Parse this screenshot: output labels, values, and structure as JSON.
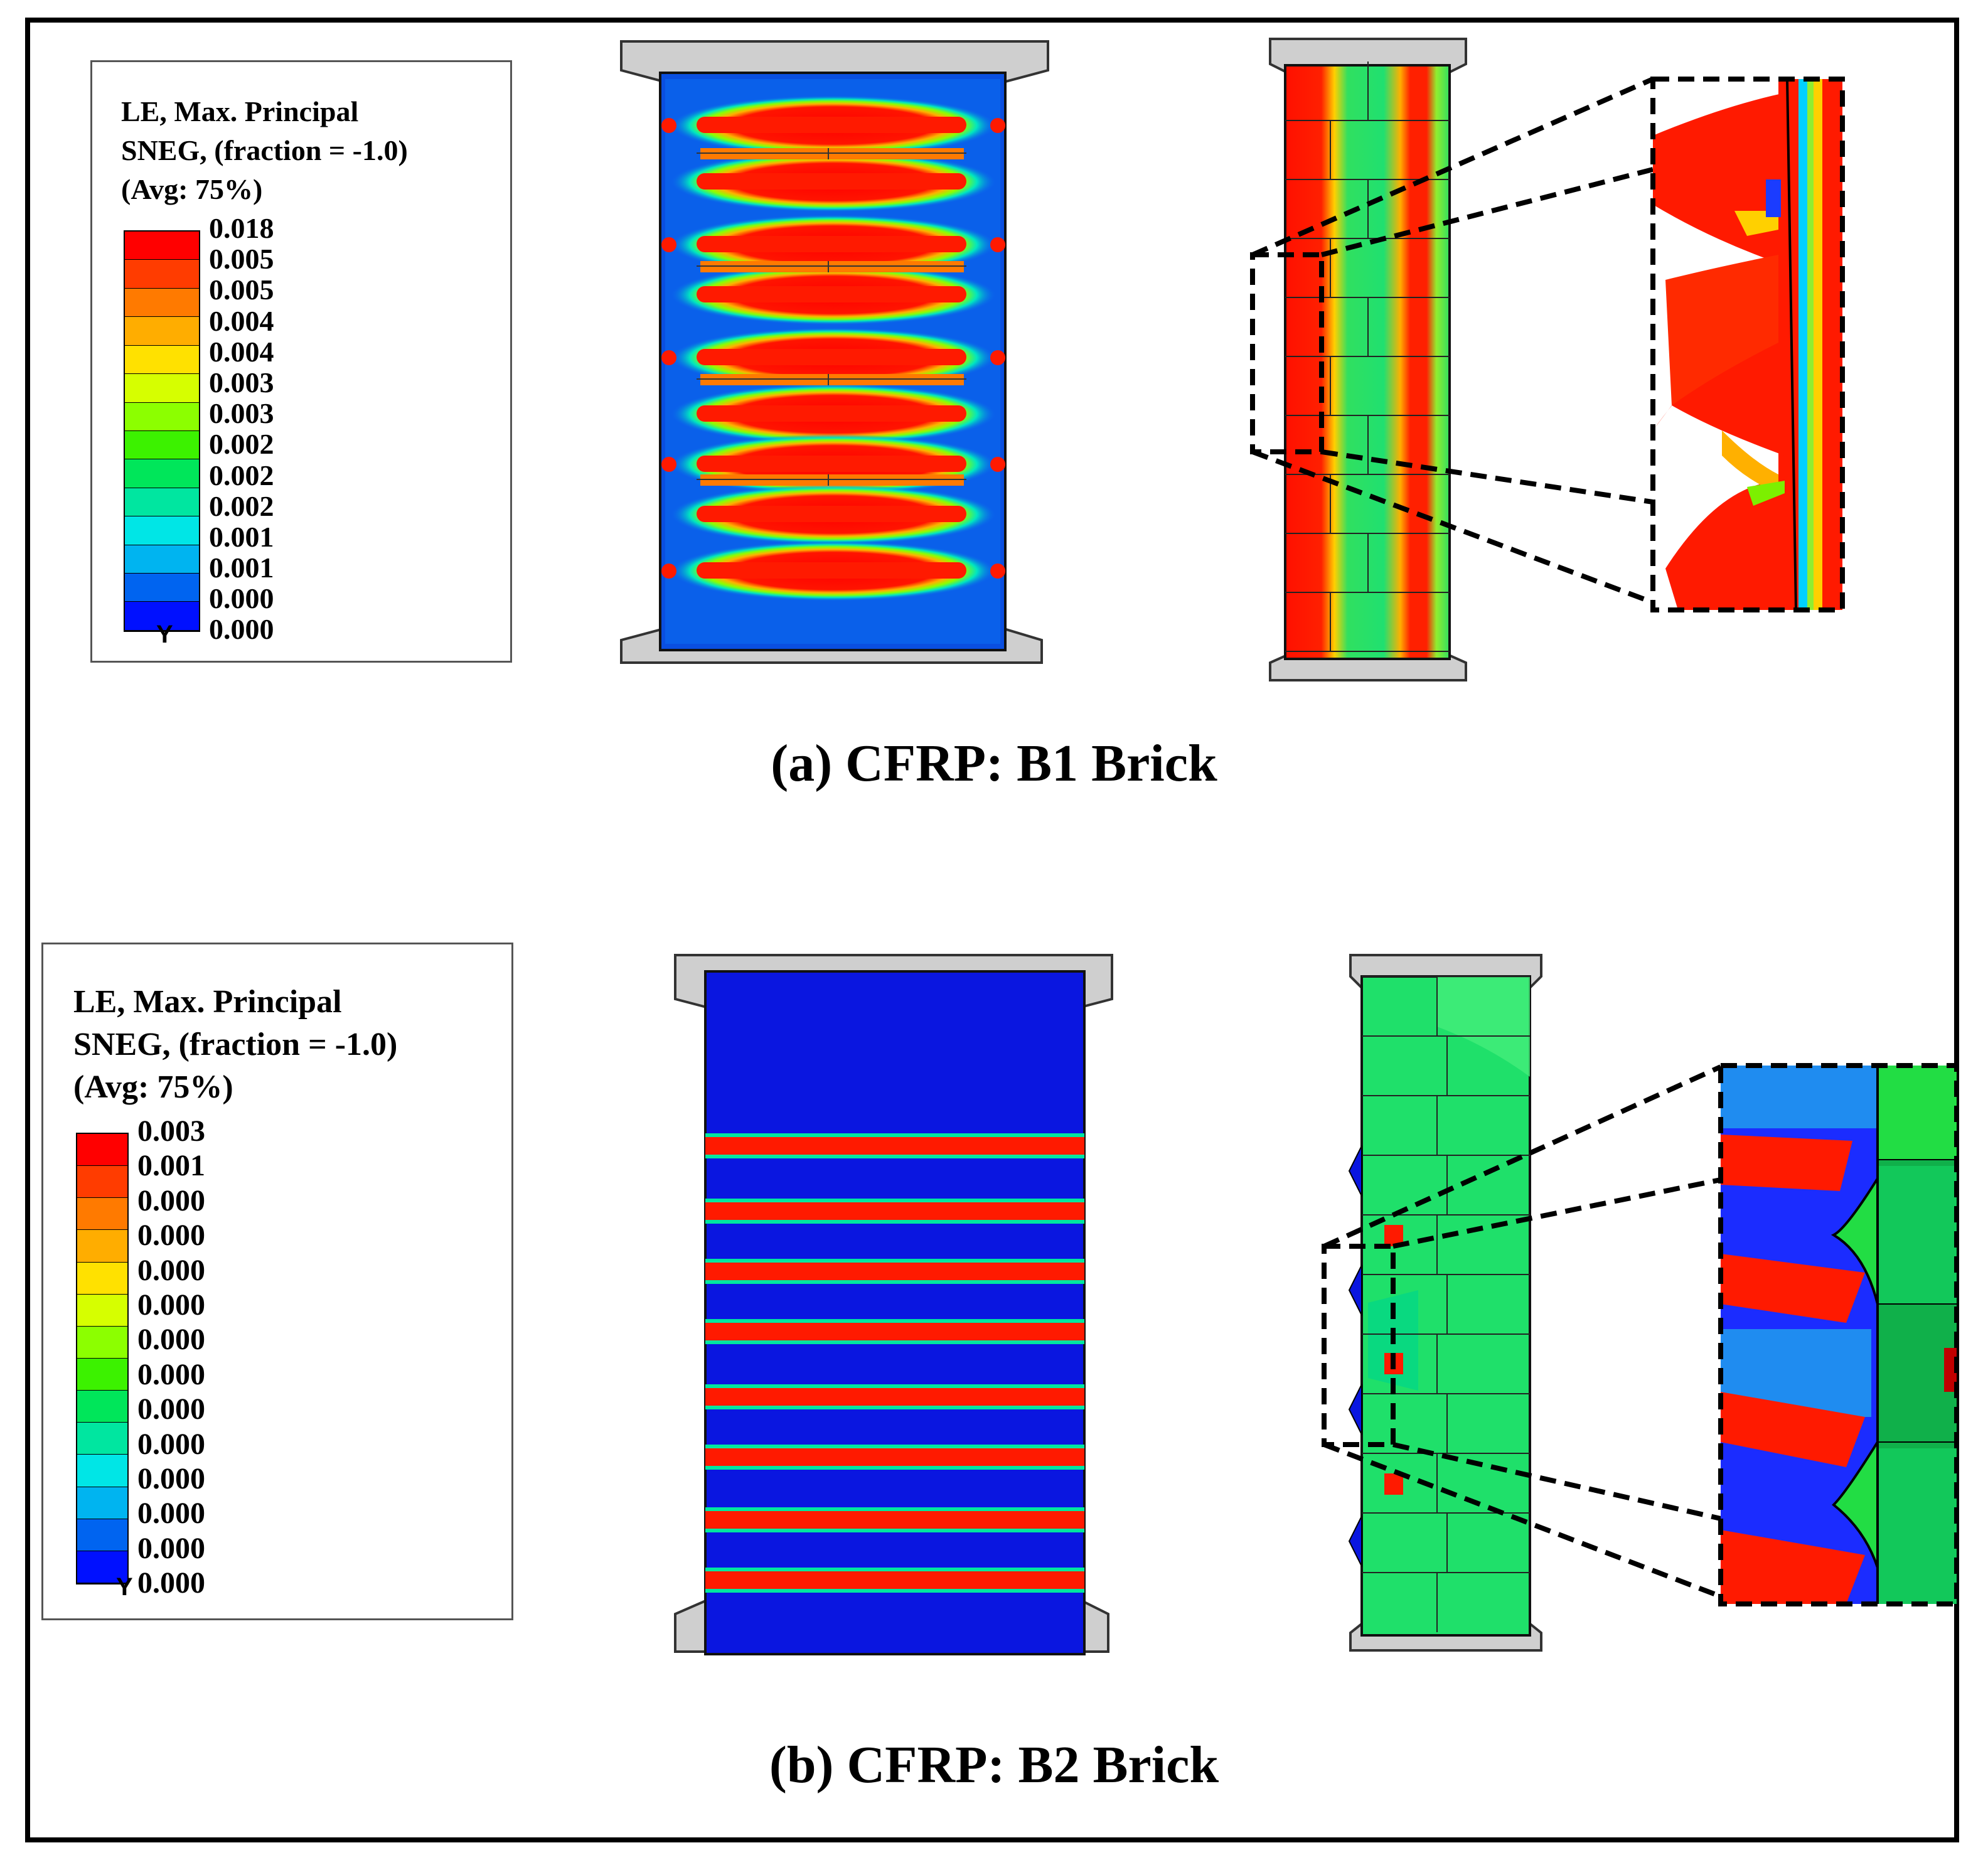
{
  "panels": [
    {
      "id": "a",
      "caption": "(a) CFRP: B1 Brick",
      "legend": {
        "lines": [
          "LE, Max. Principal",
          "SNEG, (fraction = -1.0)",
          "(Avg: 75%)"
        ],
        "values": [
          "0.018",
          "0.005",
          "0.005",
          "0.004",
          "0.004",
          "0.003",
          "0.003",
          "0.002",
          "0.002",
          "0.002",
          "0.001",
          "0.001",
          "0.000",
          "0.000"
        ],
        "axis_label": "Y"
      }
    },
    {
      "id": "b",
      "caption": "(b) CFRP: B2 Brick",
      "legend": {
        "lines": [
          "LE, Max. Principal",
          "SNEG, (fraction = -1.0)",
          "(Avg: 75%)"
        ],
        "values": [
          "0.003",
          "0.001",
          "0.000",
          "0.000",
          "0.000",
          "0.000",
          "0.000",
          "0.000",
          "0.000",
          "0.000",
          "0.000",
          "0.000",
          "0.000",
          "0.000"
        ],
        "axis_label": "Y"
      }
    }
  ],
  "colors": {
    "contour_scale": [
      "#ff0000",
      "#ff3c00",
      "#ff7a00",
      "#ffad00",
      "#ffe100",
      "#d6ff00",
      "#8cff00",
      "#3cf200",
      "#00e65a",
      "#00e6a0",
      "#00e6e6",
      "#00b4f0",
      "#0064f0",
      "#0010ff"
    ],
    "platen": "#cfcfcf",
    "frame": "#000000"
  }
}
